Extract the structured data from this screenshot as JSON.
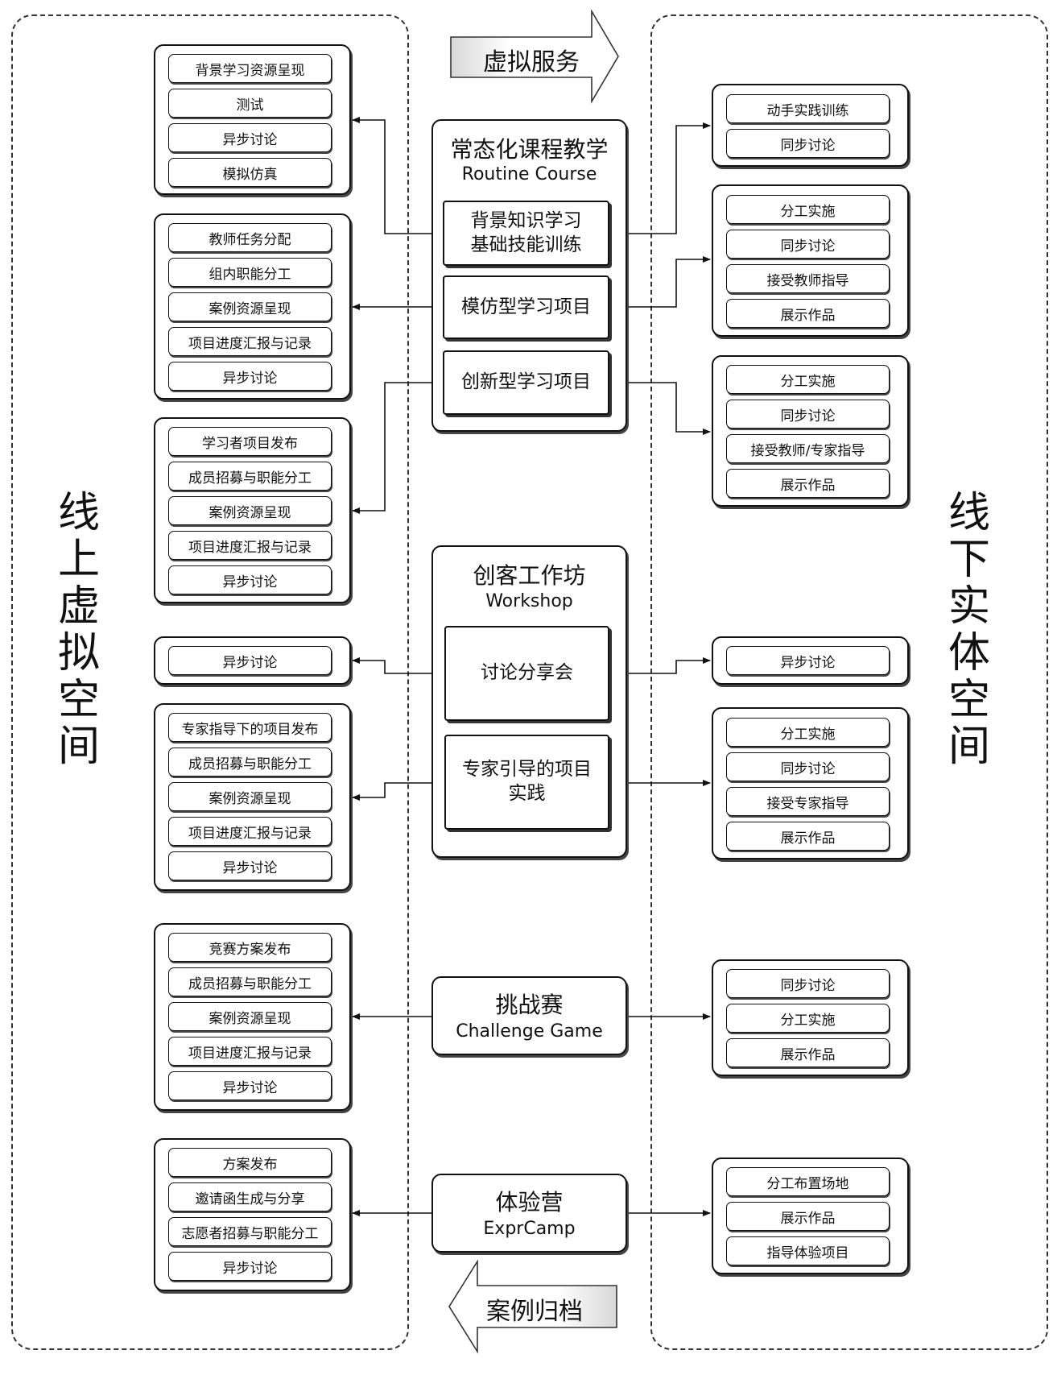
{
  "labels": {
    "online": [
      "线",
      "上",
      "虚",
      "拟",
      "空",
      "间"
    ],
    "offline": [
      "线",
      "下",
      "实",
      "体",
      "空",
      "间"
    ],
    "top_arrow": "虚拟服务",
    "bottom_arrow": "案例归档"
  },
  "routine": {
    "title_cn": "常态化课程教学",
    "title_en": "Routine Course",
    "sub1": [
      "背景知识学习",
      "基础技能训练"
    ],
    "sub2": "模仿型学习项目",
    "sub3": "创新型学习项目"
  },
  "workshop": {
    "title_cn": "创客工作坊",
    "title_en": "Workshop",
    "sub1": "讨论分享会",
    "sub2": [
      "专家引导的项目",
      "实践"
    ]
  },
  "challenge": {
    "title_cn": "挑战赛",
    "title_en": "Challenge Game"
  },
  "camp": {
    "title_cn": "体验营",
    "title_en": "ExprCamp"
  },
  "left_groups": [
    [
      "背景学习资源呈现",
      "测试",
      "异步讨论",
      "模拟仿真"
    ],
    [
      "教师任务分配",
      "组内职能分工",
      "案例资源呈现",
      "项目进度汇报与记录",
      "异步讨论"
    ],
    [
      "学习者项目发布",
      "成员招募与职能分工",
      "案例资源呈现",
      "项目进度汇报与记录",
      "异步讨论"
    ],
    [
      "异步讨论"
    ],
    [
      "专家指导下的项目发布",
      "成员招募与职能分工",
      "案例资源呈现",
      "项目进度汇报与记录",
      "异步讨论"
    ],
    [
      "竞赛方案发布",
      "成员招募与职能分工",
      "案例资源呈现",
      "项目进度汇报与记录",
      "异步讨论"
    ],
    [
      "方案发布",
      "邀请函生成与分享",
      "志愿者招募与职能分工",
      "异步讨论"
    ]
  ],
  "right_groups": [
    [
      "动手实践训练",
      "同步讨论"
    ],
    [
      "分工实施",
      "同步讨论",
      "接受教师指导",
      "展示作品"
    ],
    [
      "分工实施",
      "同步讨论",
      "接受教师/专家指导",
      "展示作品"
    ],
    [
      "异步讨论"
    ],
    [
      "分工实施",
      "同步讨论",
      "接受专家指导",
      "展示作品"
    ],
    [
      "同步讨论",
      "分工实施",
      "展示作品"
    ],
    [
      "分工布置场地",
      "展示作品",
      "指导体验项目"
    ]
  ]
}
